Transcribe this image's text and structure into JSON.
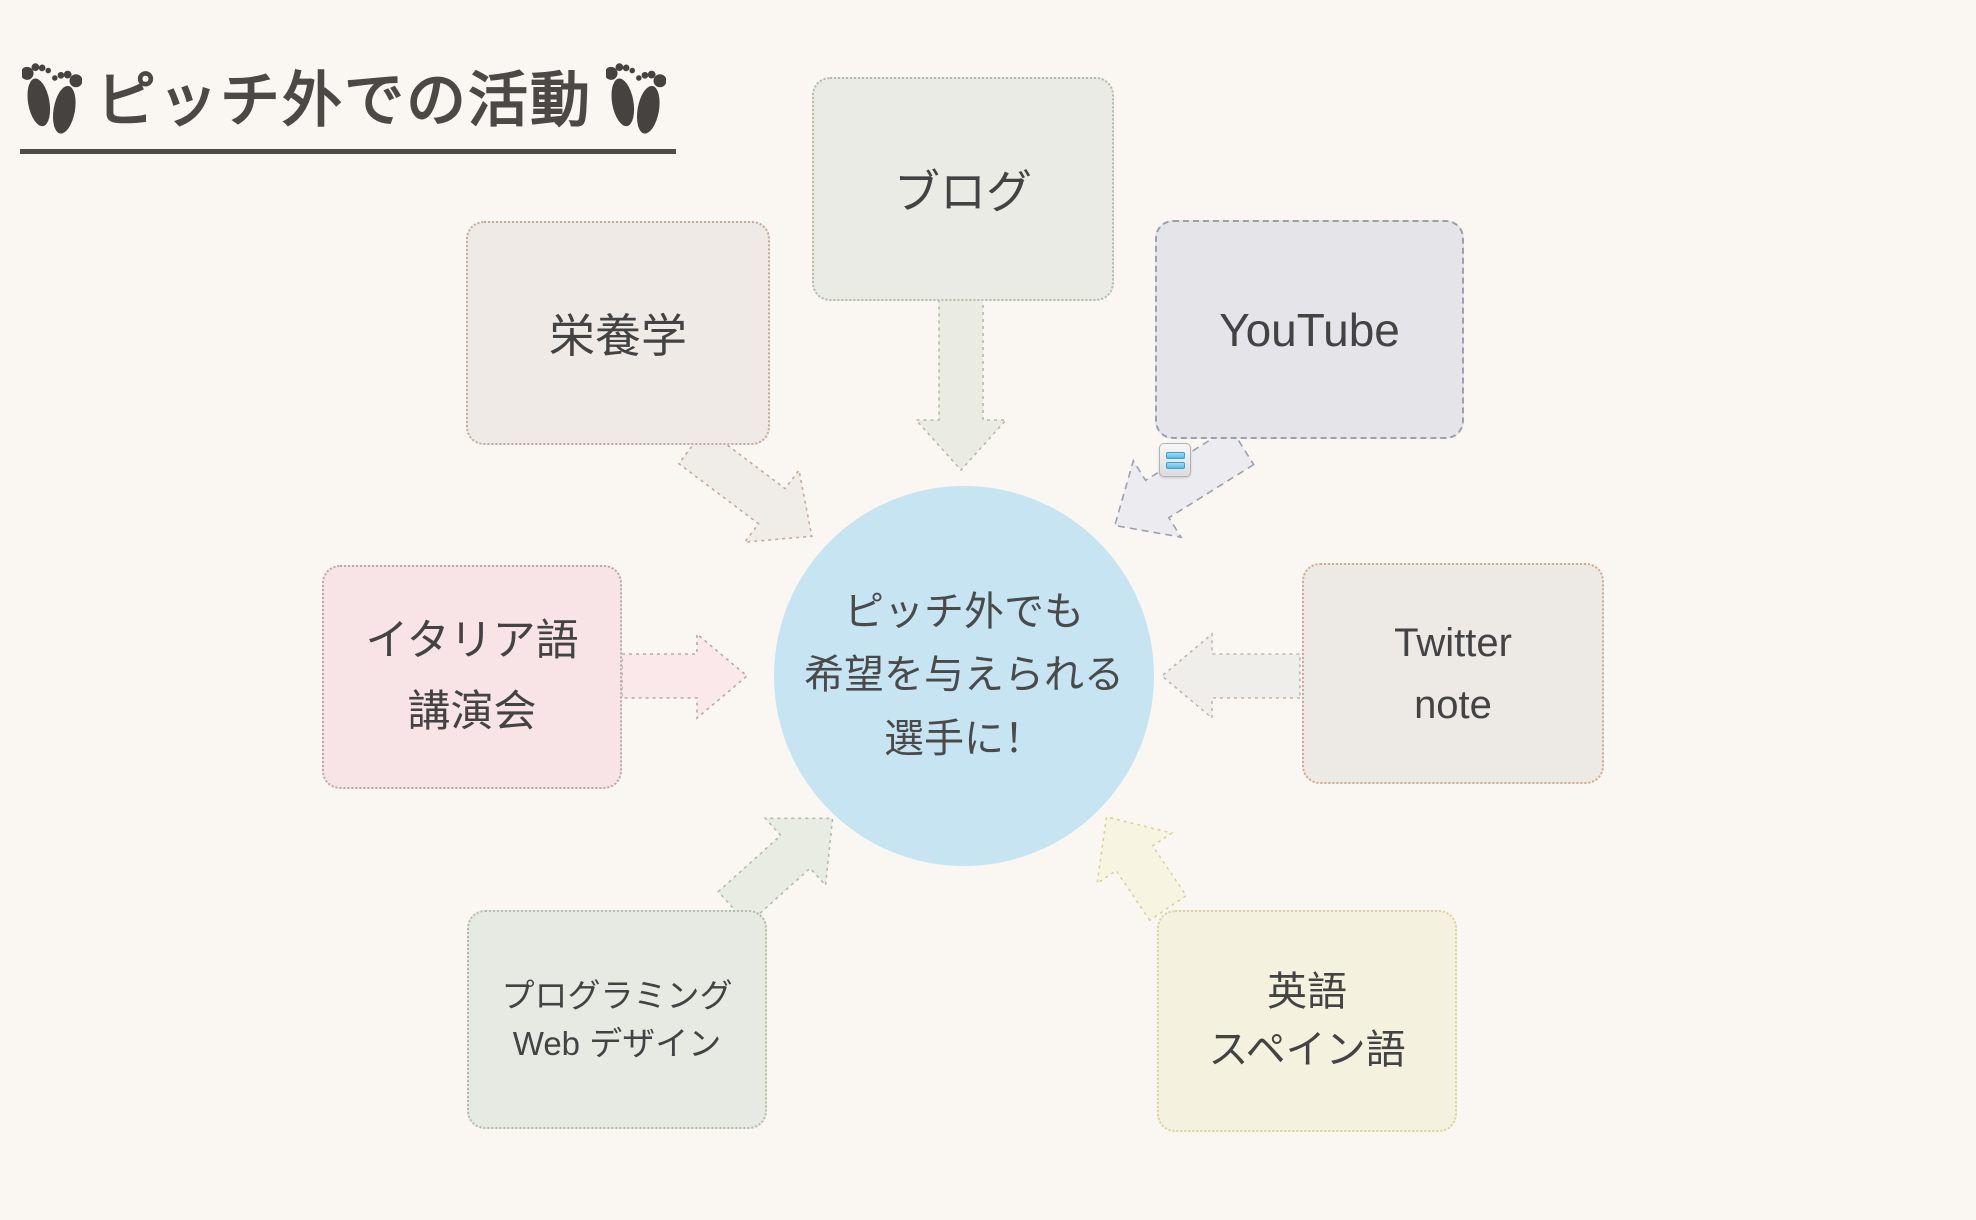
{
  "page": {
    "background_color": "#faf7f3"
  },
  "title": {
    "text": "ピッチ外での活動",
    "underline_color": "#4e4b49",
    "icons": [
      "footprints-icon",
      "footprints-icon"
    ]
  },
  "center": {
    "text": "ピッチ外でも\n希望を与えられる\n選手に！",
    "fill": "#c7e4f3",
    "shape": "circle"
  },
  "nodes": {
    "blog": {
      "label": "ブログ",
      "fill": "#e9ebe4",
      "border": "dotted"
    },
    "nutrition": {
      "label": "栄養学",
      "fill": "#efeae6",
      "border": "dotted"
    },
    "youtube": {
      "label": "YouTube",
      "fill": "#e5e5e9",
      "border": "dashed"
    },
    "italian": {
      "label": "イタリア語\n講演会",
      "fill": "#f8e3e6",
      "border": "dotted"
    },
    "twitter": {
      "label": "Twitter\nnote",
      "fill": "#edeae5",
      "border": "dotted"
    },
    "programming": {
      "label": "プログラミング\nWeb デザイン",
      "fill": "#e7eae2",
      "border": "dotted"
    },
    "english": {
      "label": "英語\nスペイン語",
      "fill": "#f5f1df",
      "border": "dotted"
    }
  },
  "arrows": [
    {
      "from": "blog",
      "to": "center",
      "direction": "down",
      "fill": "#eaece4"
    },
    {
      "from": "nutrition",
      "to": "center",
      "direction": "down-right",
      "fill": "#f0ece8"
    },
    {
      "from": "youtube",
      "to": "center",
      "direction": "down-left",
      "fill": "#ececf0"
    },
    {
      "from": "italian",
      "to": "center",
      "direction": "right",
      "fill": "#fae8ea"
    },
    {
      "from": "twitter",
      "to": "center",
      "direction": "left",
      "fill": "#f0eeea"
    },
    {
      "from": "programming",
      "to": "center",
      "direction": "up-right",
      "fill": "#e9ece3"
    },
    {
      "from": "english",
      "to": "center",
      "direction": "up-left",
      "fill": "#f8f4e2"
    }
  ],
  "badges": {
    "list_badge": {
      "icon": "list-icon",
      "bars": 2,
      "bar_color": "#5cb9e6"
    }
  }
}
